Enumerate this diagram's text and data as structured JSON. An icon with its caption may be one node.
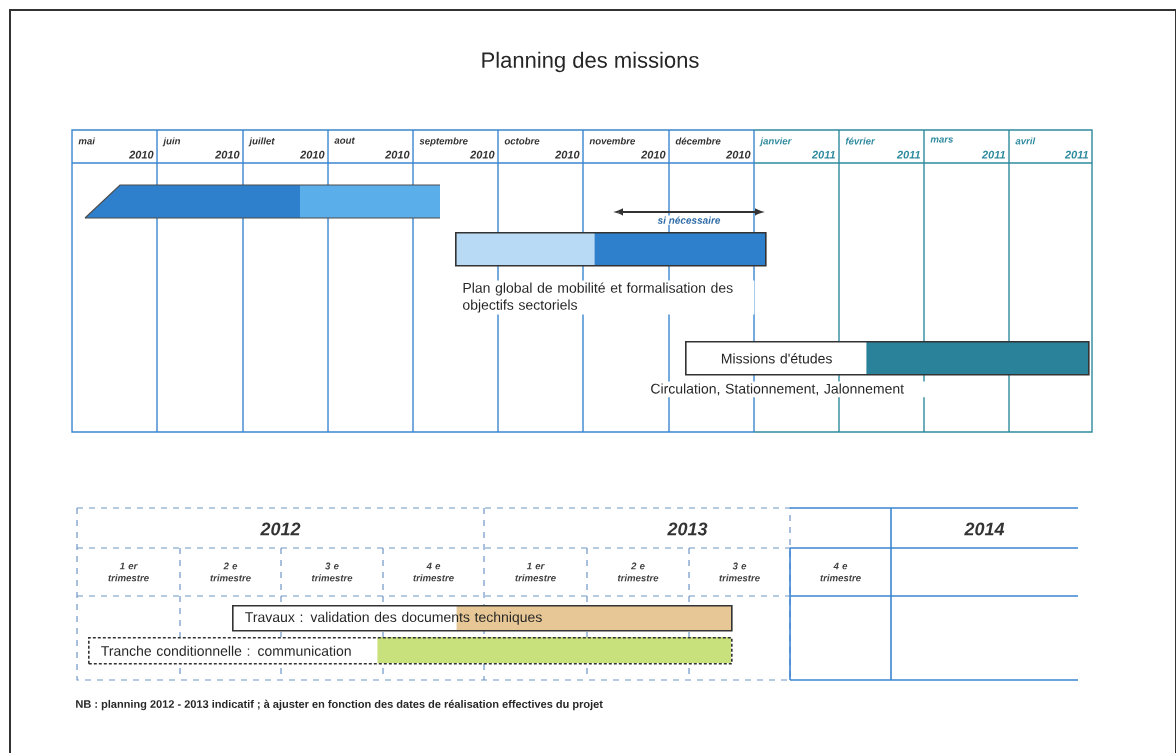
{
  "diagram": {
    "title": "Planning des missions",
    "caption": "NB : planning 2012 - 2013 indicatif ; à ajuster en fonction des dates de réalisation effectives du projet",
    "nodes": [
      {
        "text": [],
        "shape": "bar"
      },
      {
        "text": [],
        "shape": "bar",
        "beside": [
          "Plan global de mobilité et formalisation des objectifs sectoriels"
        ]
      },
      {
        "text": [
          "Missions d'études"
        ],
        "beside": [
          "Circulation, Stationnement, Jalonnement"
        ]
      },
      {
        "text": [
          "Travaux : validation des documents techniques"
        ]
      },
      {
        "text": [
          "Tranche conditionnelle : communication"
        ]
      }
    ],
    "labels": [
      "mai",
      "2010",
      "juin",
      "2010",
      "juillet",
      "2010",
      "aout",
      "2010",
      "septembre",
      "2010",
      "octobre",
      "2010",
      "novembre",
      "2010",
      "décembre",
      "2010",
      "janvier",
      "2011",
      "février",
      "2011",
      "mars",
      "2011",
      "avril",
      "2011",
      "si nécessaire",
      "2012",
      "2013",
      "2014",
      "1 er trimestre",
      "2 e trimestre",
      "3 e trimestre",
      "4 e trimestre",
      "1 er trimestre",
      "2 e trimestre",
      "3 e trimestre",
      "4 e trimestre"
    ]
  }
}
